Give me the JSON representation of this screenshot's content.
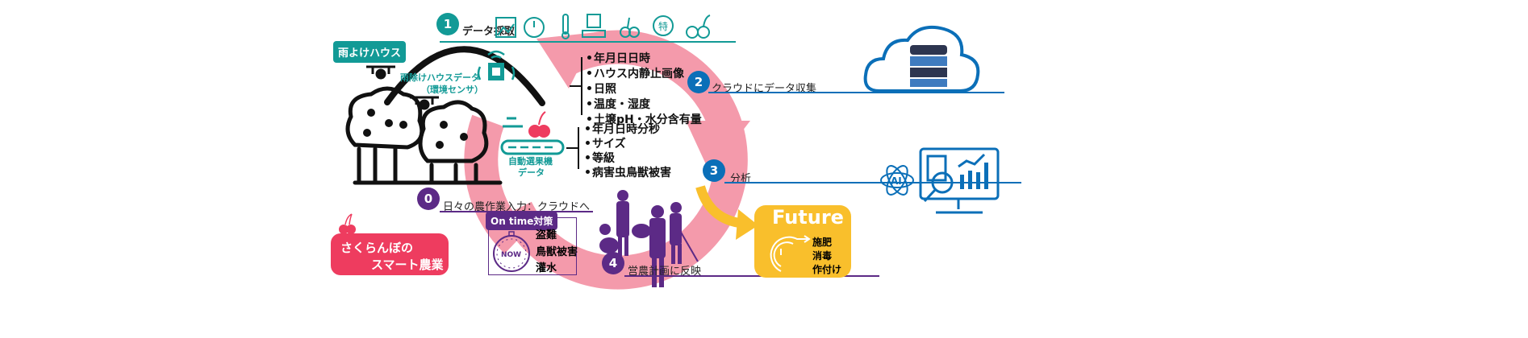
{
  "steps": {
    "s0": {
      "number": "0",
      "label": "日々の農作業入力：クラウドへ"
    },
    "s1": {
      "number": "1",
      "label": "データ採取"
    },
    "s2": {
      "number": "2",
      "label": "クラウドにデータ収集"
    },
    "s3": {
      "number": "3",
      "label": "分析"
    },
    "s4": {
      "number": "4",
      "label": "営農計画に反映"
    }
  },
  "house_label": "雨よけハウス",
  "sensor": {
    "line1": "雨除けハウスデータ",
    "line2": "（環境センサ）"
  },
  "sensor_items": [
    "年月日日時",
    "ハウス内静止画像",
    "日照",
    "温度・湿度",
    "土壌pH・水分含有量"
  ],
  "sorter": {
    "line1": "自動選果機",
    "line2": "データ"
  },
  "sorter_items": [
    "年月日時分秒",
    "サイズ",
    "等級",
    "病害虫鳥獣被害"
  ],
  "ai_label": "AI",
  "ontime": {
    "title": "On time対策",
    "stopwatch_text": "NOW",
    "items": [
      "盗難",
      "鳥獣被害",
      "灌水"
    ]
  },
  "brand": {
    "line1": "さくらんぼの",
    "line2": "スマート農業"
  },
  "future": {
    "title": "Future",
    "items": [
      "施肥",
      "消毒",
      "作付け"
    ]
  },
  "icon_badge": "特",
  "colors": {
    "teal": "#129a96",
    "blue": "#0b6fb8",
    "purple": "#5c2a86",
    "pink_arrow": "#f49aab",
    "brand_pink": "#ee3c5f",
    "yellow": "#f9bf2c"
  }
}
